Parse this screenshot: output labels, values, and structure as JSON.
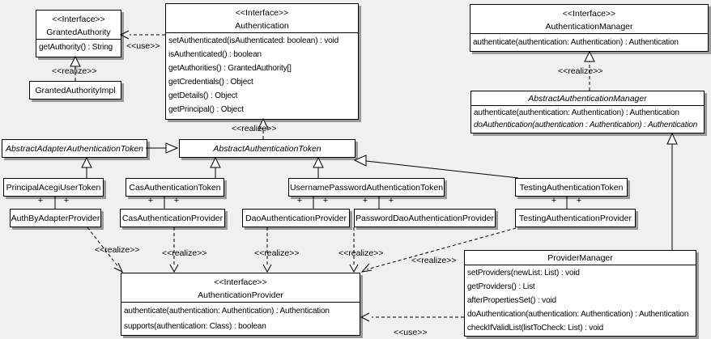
{
  "diagram": {
    "background_color": "#f0f0f0",
    "box_fill": "#ffffff",
    "line_color": "#000000",
    "shadow_color": "#999999"
  },
  "labels": {
    "realize": "<<realize>>",
    "use": "<<use>>",
    "plus": "+"
  },
  "classes": {
    "granted_authority": {
      "stereotype": "<<Interface>>",
      "name": "GrantedAuthority",
      "methods": [
        "getAuthority() : String"
      ]
    },
    "granted_authority_impl": {
      "name": "GrantedAuthorityImpl"
    },
    "authentication": {
      "stereotype": "<<Interface>>",
      "name": "Authentication",
      "methods": [
        "setAuthenticated(isAuthenticated: boolean) : void",
        "isAuthenticated() : boolean",
        "getAuthorities() : GrantedAuthority[]",
        "getCredentials() : Object",
        "getDetails() : Object",
        "getPrincipal() : Object"
      ]
    },
    "authentication_manager": {
      "stereotype": "<<Interface>>",
      "name": "AuthenticationManager",
      "methods": [
        "authenticate(authentication: Authentication) : Authentication"
      ]
    },
    "abstract_authentication_manager": {
      "name": "AbstractAuthenticationManager",
      "methods": [
        "authenticate(authentication: Authentication) : Authentication",
        "doAuthentication(authentication : Authentication) : Authentication"
      ]
    },
    "abstract_adapter_authentication_token": {
      "name": "AbstractAdapterAuthenticationToken"
    },
    "abstract_authentication_token": {
      "name": "AbstractAuthenticationToken"
    },
    "principal_acegi_user_token": {
      "name": "PrincipalAcegiUserToken"
    },
    "cas_authentication_token": {
      "name": "CasAuthenticationToken"
    },
    "username_password_authentication_token": {
      "name": "UsernamePasswordAuthenticationToken"
    },
    "testing_authentication_token": {
      "name": "TestingAuthenticationToken"
    },
    "auth_by_adapter_provider": {
      "name": "AuthByAdapterProvider"
    },
    "cas_authentication_provider": {
      "name": "CasAuthenticationProvider"
    },
    "dao_authentication_provider": {
      "name": "DaoAuthenticationProvider"
    },
    "password_dao_authentication_provider": {
      "name": "PasswordDaoAuthenticationProvider"
    },
    "testing_authentication_provider": {
      "name": "TestingAuthenticationProvider"
    },
    "authentication_provider": {
      "stereotype": "<<Interface>>",
      "name": "AuthenticationProvider",
      "methods": [
        "authenticate(authentication: Authentication) : Authentication",
        "supports(authentication: Class) : boolean"
      ]
    },
    "provider_manager": {
      "name": "ProviderManager",
      "methods": [
        "setProviders(newList: List) : void",
        "getProviders() : List",
        "afterPropertiesSet() : void",
        "doAuthentication(authentication: Authentication) : Authentication",
        "checkIfValidList(listToCheck: List) : void"
      ]
    }
  }
}
